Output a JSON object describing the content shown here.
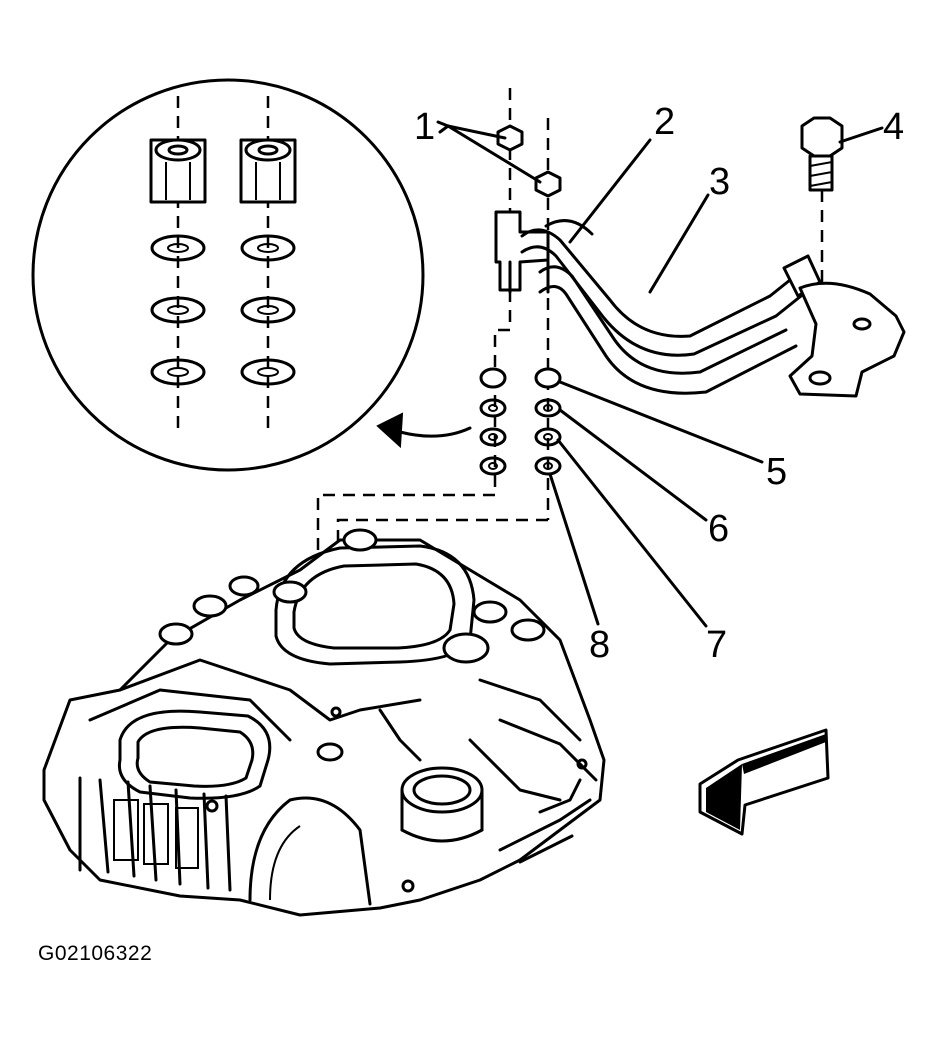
{
  "callouts": [
    "1",
    "2",
    "3",
    "4",
    "5",
    "6",
    "7",
    "8"
  ],
  "figure_id": "G02106322"
}
